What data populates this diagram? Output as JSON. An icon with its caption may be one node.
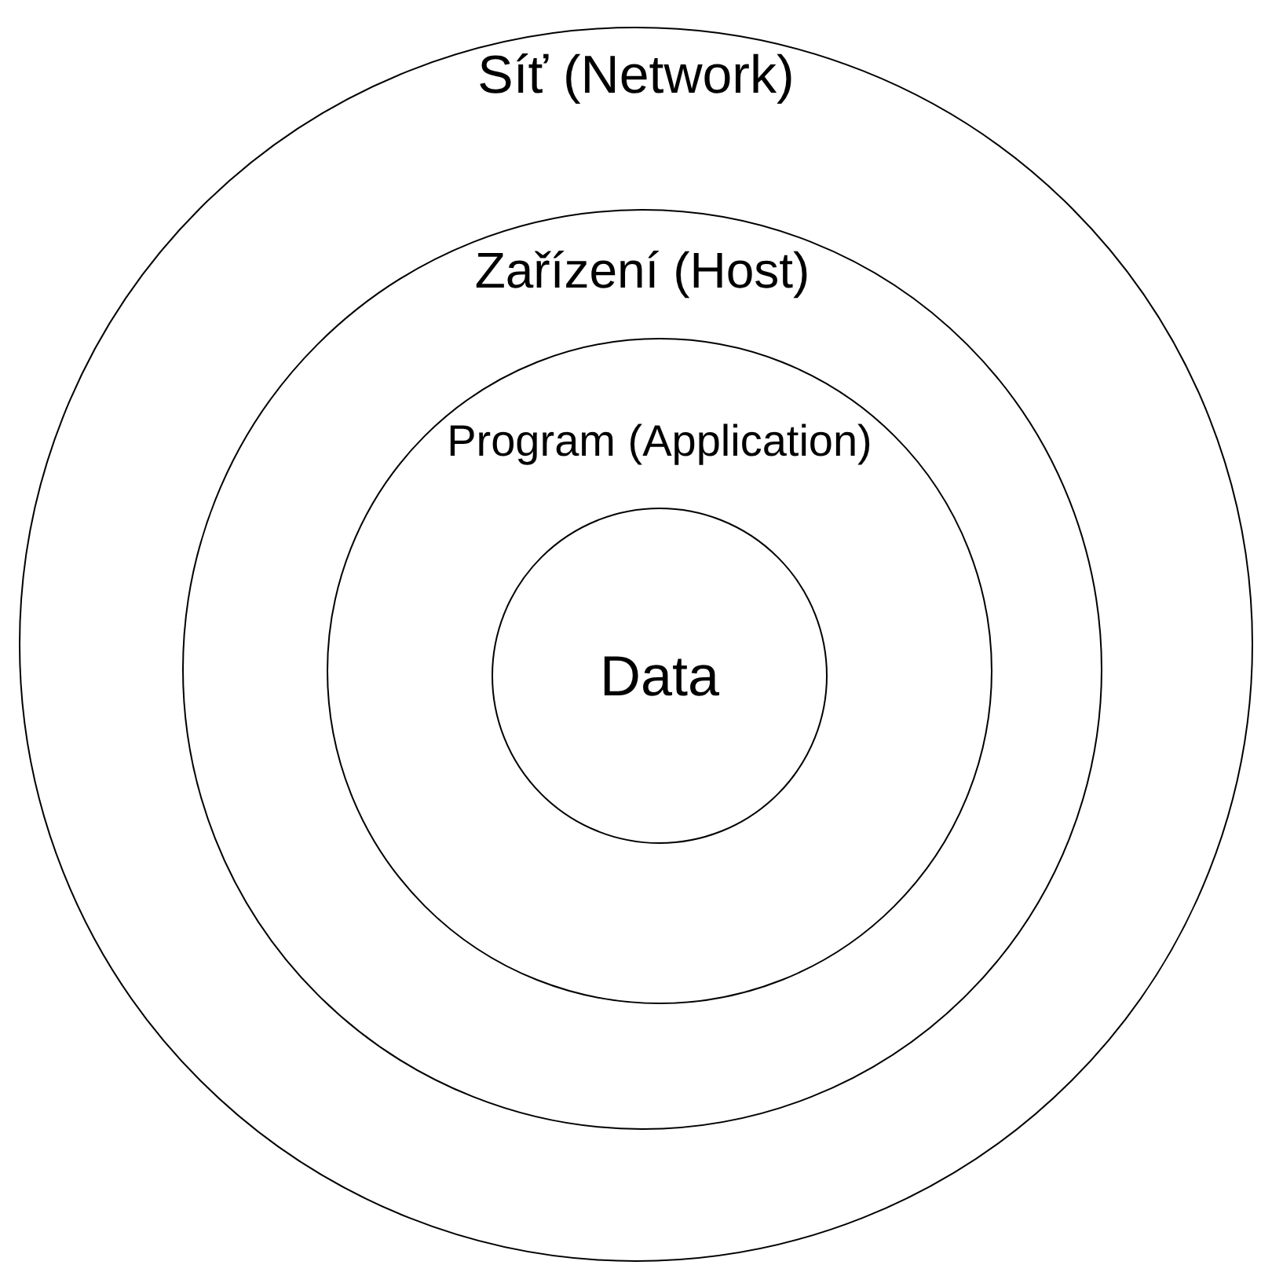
{
  "diagram": {
    "nodes": [
      {
        "text": [
          "Síť (Network)"
        ]
      },
      {
        "text": [
          "Zařízení (Host)"
        ],
        "in": 0
      },
      {
        "text": [
          "Program (Application)"
        ],
        "in": 1
      },
      {
        "text": [
          "Data"
        ],
        "in": 2
      }
    ]
  }
}
